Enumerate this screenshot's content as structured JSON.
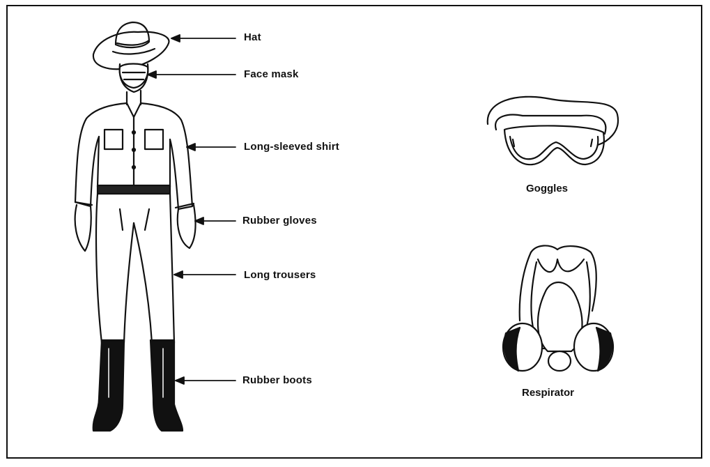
{
  "labels": {
    "hat": "Hat",
    "face_mask": "Face mask",
    "shirt": "Long-sleeved shirt",
    "gloves": "Rubber gloves",
    "trousers": "Long trousers",
    "boots": "Rubber boots"
  },
  "captions": {
    "goggles": "Goggles",
    "respirator": "Respirator"
  }
}
